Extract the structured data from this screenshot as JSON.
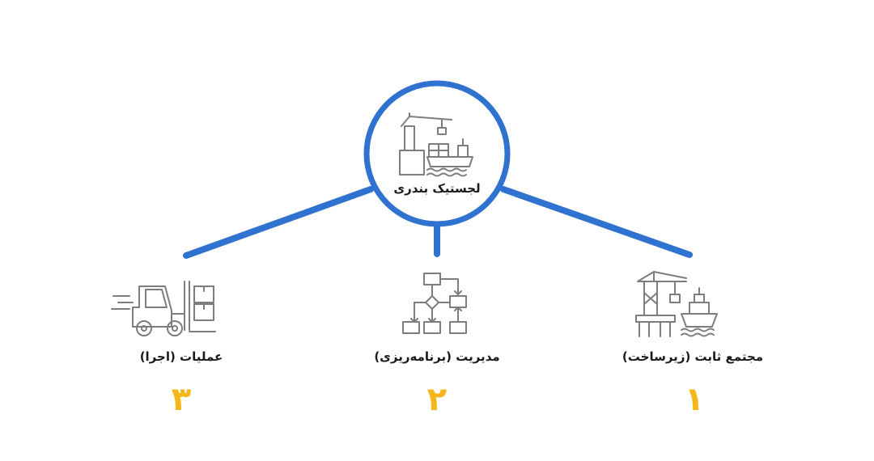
{
  "colors": {
    "line": "#2f72cf",
    "icon": "#7a7d82",
    "number": "#f4b619",
    "text": "#1a1a1a"
  },
  "center": {
    "label": "لجستیک بندری",
    "icon": "port-logistics-icon"
  },
  "nodes": [
    {
      "label": "مجتمع ثابت (زیرساخت)",
      "number": "۱",
      "icon": "port-crane-ship-icon"
    },
    {
      "label": "مدیریت (برنامه‌ریزی)",
      "number": "۲",
      "icon": "flowchart-icon"
    },
    {
      "label": "عملیات (اجرا)",
      "number": "۳",
      "icon": "forklift-icon"
    }
  ]
}
